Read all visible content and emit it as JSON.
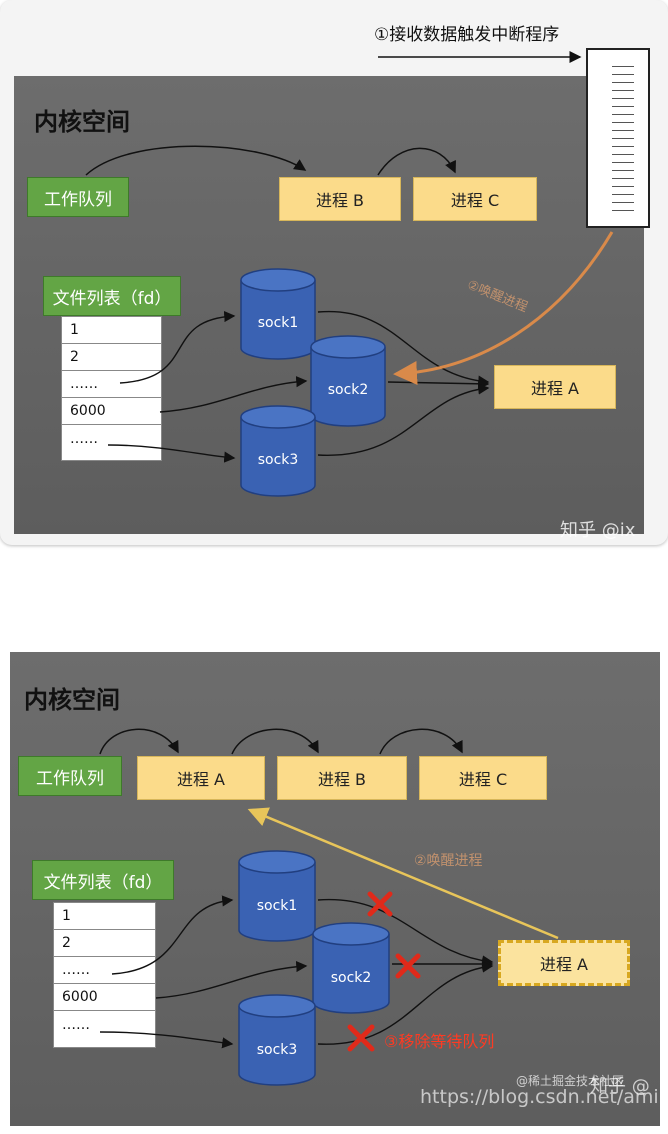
{
  "panel_top": {
    "title": "内核空间",
    "interrupt_label": "①接收数据触发中断程序",
    "wake_label": "②唤醒进程",
    "work_queue": "工作队列",
    "processes": [
      "进程 B",
      "进程 C"
    ],
    "waiting_process": "进程 A",
    "file_list_title": "文件列表（fd）",
    "fd_rows": [
      "1",
      "2",
      "……",
      "6000",
      "……"
    ],
    "sockets": [
      "sock1",
      "sock2",
      "sock3"
    ],
    "watermark": "知乎 @ix"
  },
  "panel_bottom": {
    "title": "内核空间",
    "work_queue": "工作队列",
    "processes": [
      "进程 A",
      "进程 B",
      "进程 C"
    ],
    "removed_process": "进程 A",
    "file_list_title": "文件列表（fd）",
    "fd_rows": [
      "1",
      "2",
      "……",
      "6000",
      "……"
    ],
    "sockets": [
      "sock1",
      "sock2",
      "sock3"
    ],
    "wake_label": "②唤醒进程",
    "remove_label": "③移除等待队列",
    "watermark_1": "知乎 @",
    "watermark_2": "@稀土掘金技术社区",
    "watermark_3": "https://blog.csdn.net/ami"
  },
  "colors": {
    "background_gray": "#666666",
    "green_box": "#63a545",
    "process_box": "#fbdb8a",
    "socket_blue": "#3a62b3",
    "wake_arrow_top": "#d98a4a",
    "wake_arrow_bottom": "#e8c55a",
    "cross_red": "#e02a1a"
  }
}
